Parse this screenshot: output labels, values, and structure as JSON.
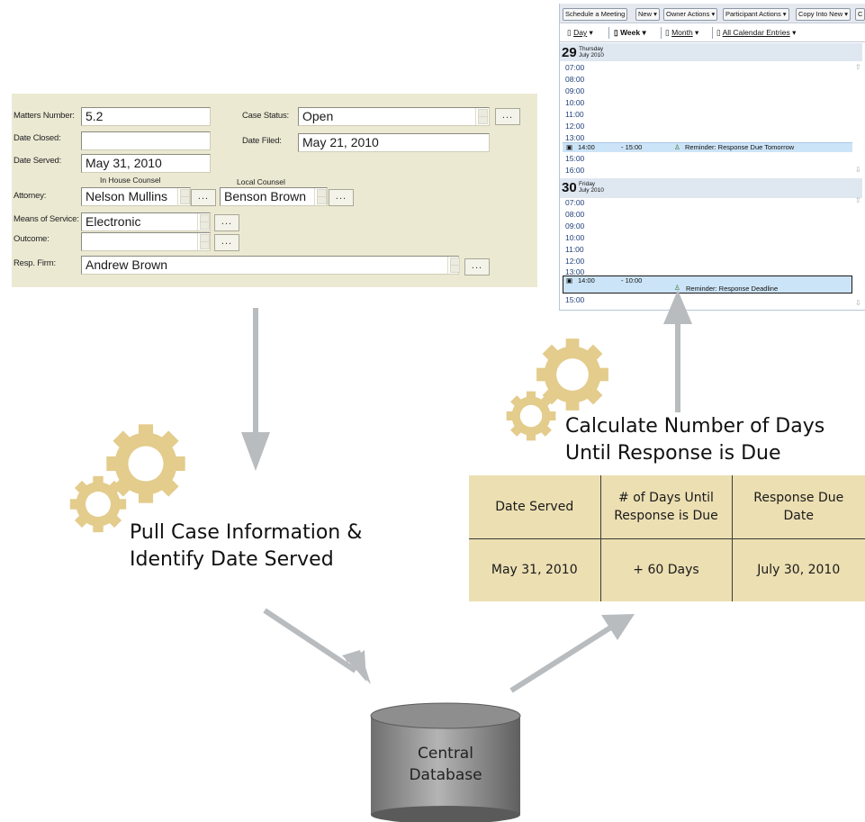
{
  "case_form": {
    "matters_number": {
      "label": "Matters Number:",
      "value": "5.2"
    },
    "case_status": {
      "label": "Case Status:",
      "value": "Open"
    },
    "date_closed": {
      "label": "Date Closed:",
      "value": ""
    },
    "date_filed": {
      "label": "Date Filed:",
      "value": "May 21, 2010"
    },
    "date_served": {
      "label": "Date Served:",
      "value": "May 31, 2010"
    },
    "in_house_counsel_label": "In House Counsel",
    "local_counsel_label": "Local Counsel",
    "attorney": {
      "label": "Attorney:",
      "in_house_value": "Nelson Mullins",
      "local_value": "Benson Brown"
    },
    "means_of_service": {
      "label": "Means of Service:",
      "value": "Electronic"
    },
    "outcome": {
      "label": "Outcome:",
      "value": ""
    },
    "resp_firm": {
      "label": "Resp. Firm:",
      "value": "Andrew Brown"
    },
    "browse_label": "..."
  },
  "calendar": {
    "toolbar": [
      "Schedule a Meeting",
      "New ▾",
      "Owner Actions ▾",
      "Participant Actions ▾",
      "Copy Into New ▾",
      "C"
    ],
    "tabs": {
      "day": "Day",
      "week": "Week",
      "month": "Month",
      "all": "All Calendar Entries"
    },
    "days": [
      {
        "num": "29",
        "weekday": "Thursday",
        "month_year": "July 2010",
        "hours": [
          "07:00",
          "08:00",
          "09:00",
          "10:00",
          "11:00",
          "12:00",
          "13:00"
        ],
        "after_hours": [
          "15:00",
          "16:00"
        ],
        "appointment": {
          "start": "14:00",
          "end": "- 15:00",
          "title": "Reminder: Response Due Tomorrow"
        }
      },
      {
        "num": "30",
        "weekday": "Friday",
        "month_year": "July 2010",
        "hours": [
          "07:00",
          "08:00",
          "09:00",
          "10:00",
          "11:00",
          "12:00",
          "13:00"
        ],
        "after_hours": [
          "15:00"
        ],
        "appointment": {
          "start": "14:00",
          "end": "- 10:00",
          "title": "Reminder: Response Deadline"
        }
      }
    ]
  },
  "captions": {
    "pull_line1": "Pull Case Information &",
    "pull_line2": "Identify Date Served",
    "calc_line1": "Calculate Number of Days",
    "calc_line2": "Until Response is Due"
  },
  "table": {
    "headers": [
      "Date Served",
      "# of Days Until Response is Due",
      "Response Due Date"
    ],
    "row": [
      "May 31, 2010",
      "+ 60 Days",
      "July 30, 2010"
    ]
  },
  "database": {
    "line1": "Central",
    "line2": "Database"
  },
  "colors": {
    "gear": "#e3cc8c",
    "arrow": "#b8bcbf",
    "form_bg": "#ece9d3",
    "table_bg": "#ecdfb2",
    "appt_bg": "#cce4f7"
  }
}
